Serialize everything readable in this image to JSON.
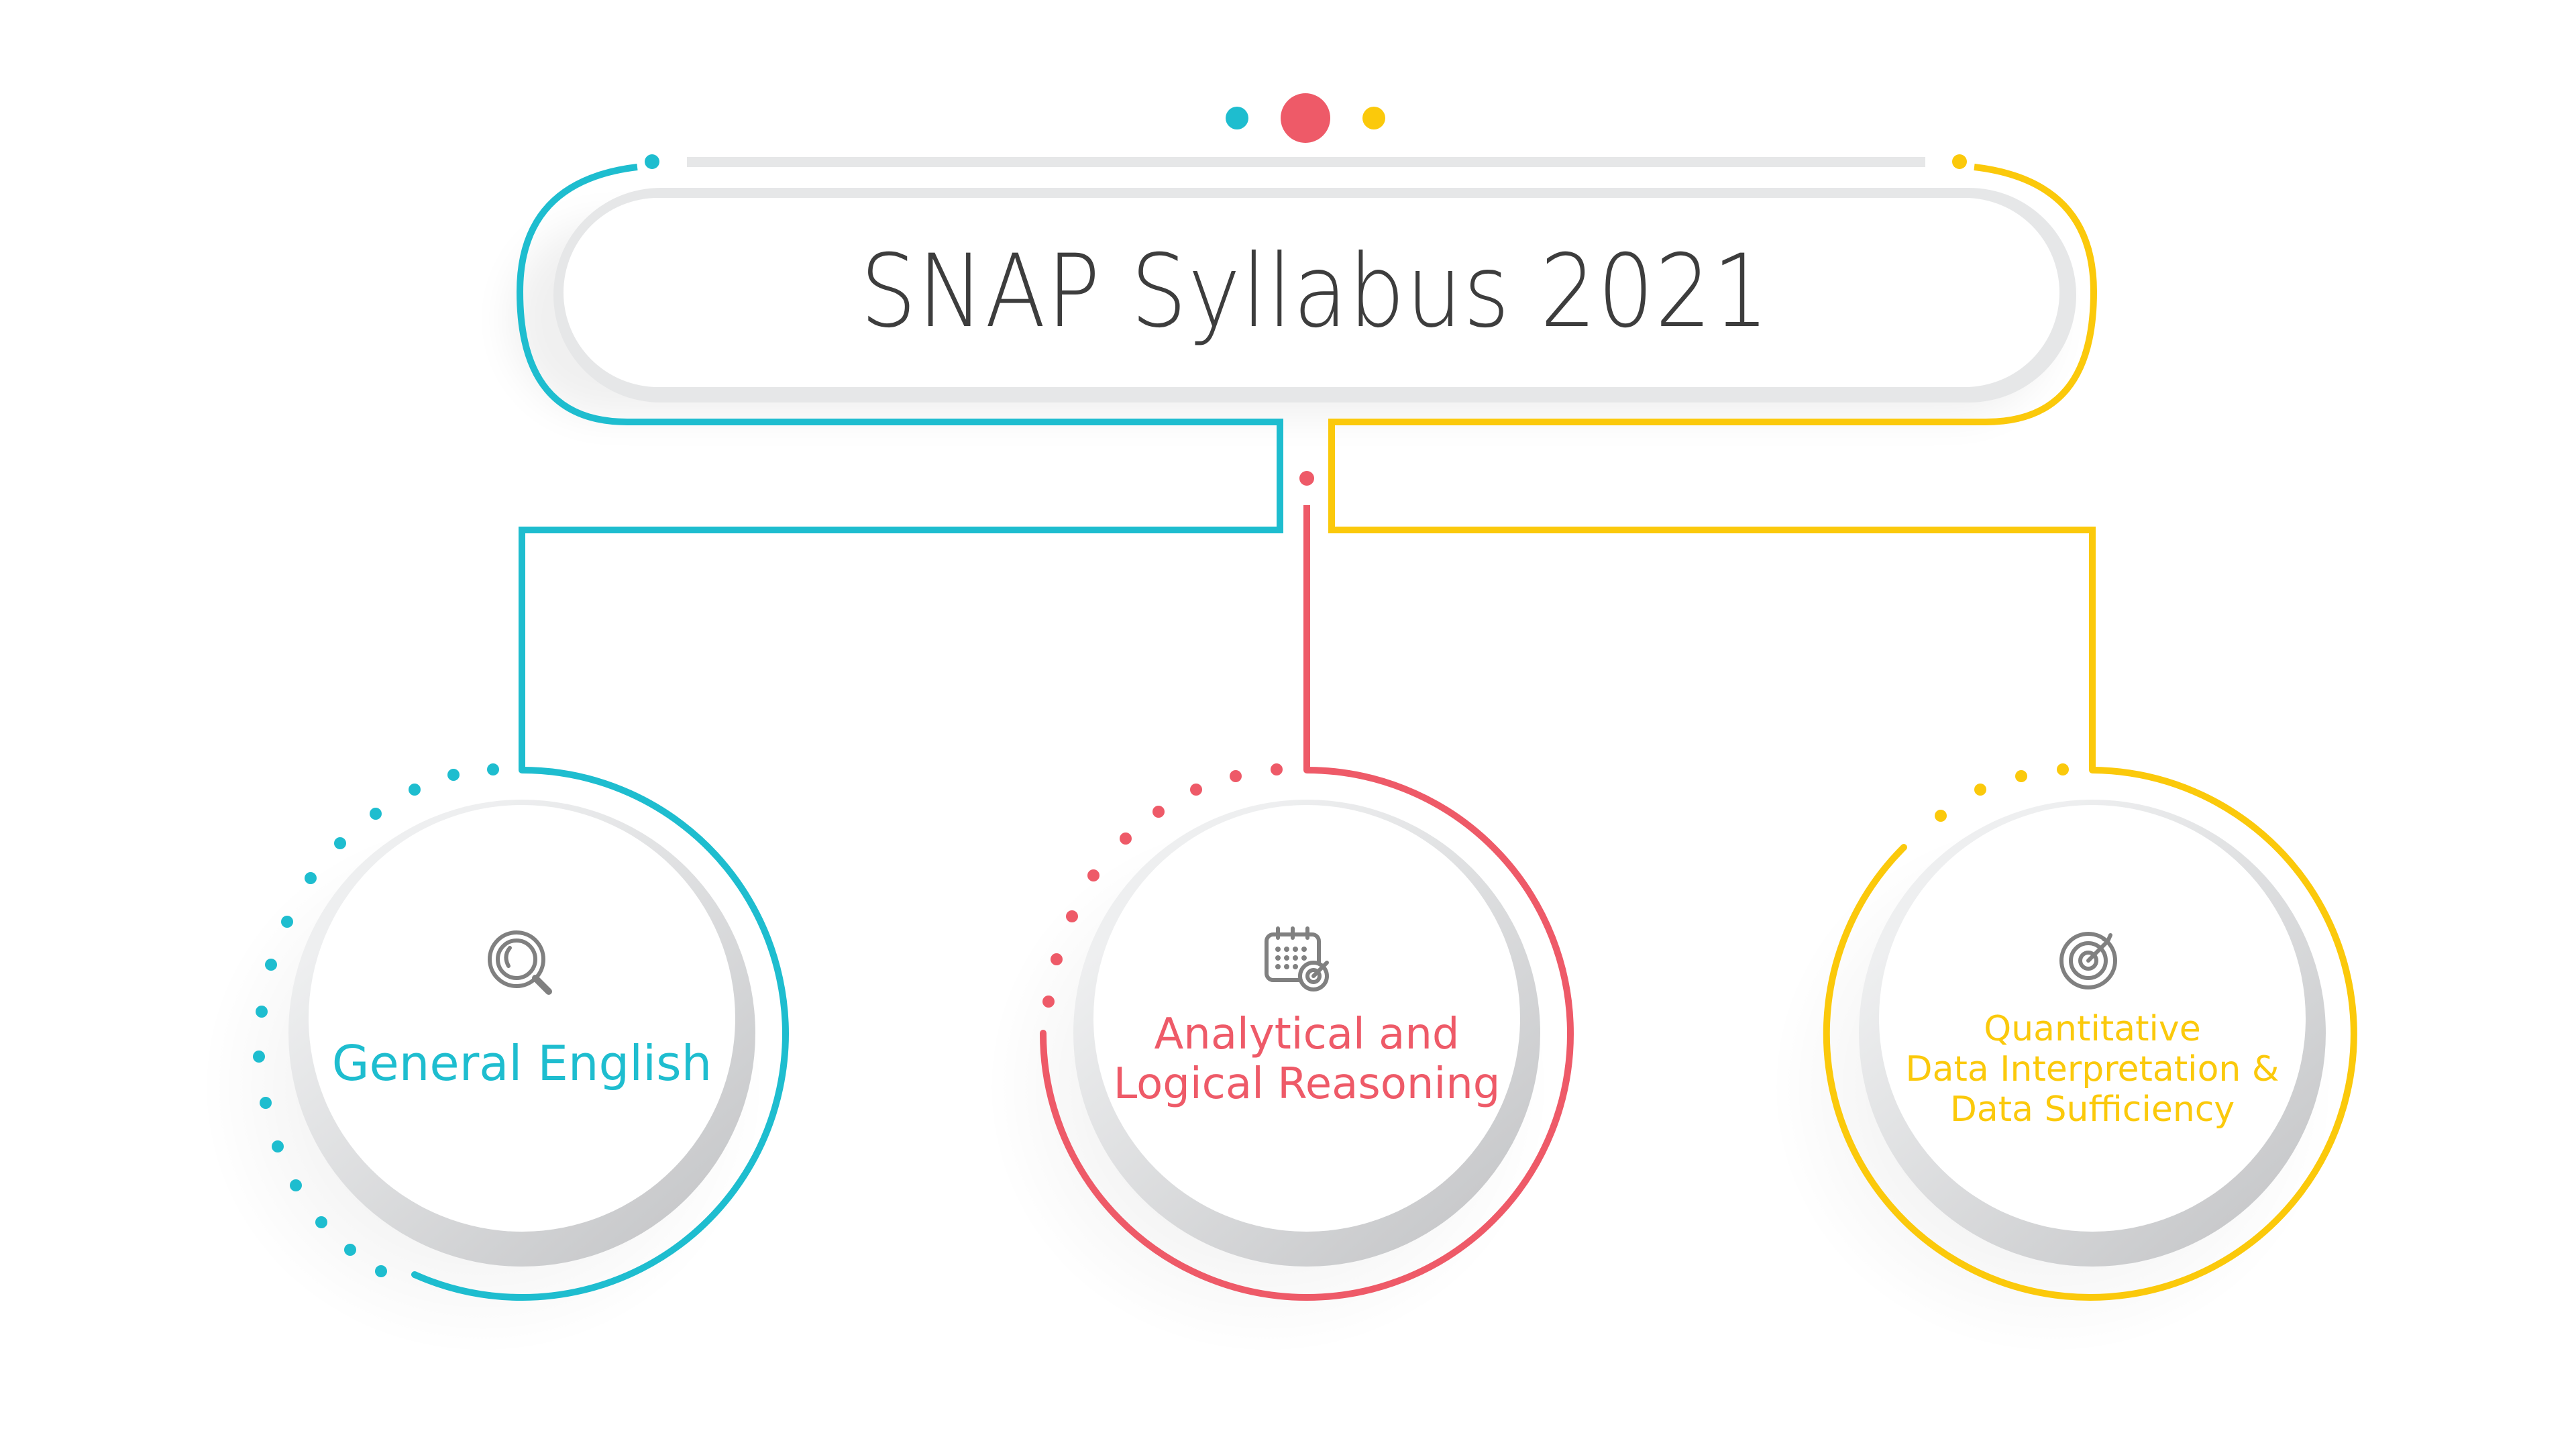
{
  "title": "SNAP Syllabus 2021",
  "colors": {
    "teal": "#1ebdcf",
    "red": "#ee5a68",
    "yellow": "#fbc90b",
    "gray_ring": "#e6e7e8",
    "text_dark": "#3d3d3d",
    "icon_gray": "#808080"
  },
  "header_dots": [
    "teal",
    "red",
    "yellow"
  ],
  "sections": [
    {
      "id": "general-english",
      "icon": "magnifier-icon",
      "color": "#1ebdcf",
      "lines": [
        "General English"
      ]
    },
    {
      "id": "analytical-reasoning",
      "icon": "calendar-target-icon",
      "color": "#ee5a68",
      "lines": [
        "Analytical and",
        "Logical Reasoning"
      ]
    },
    {
      "id": "quantitative",
      "icon": "target-arrow-icon",
      "color": "#fbc90b",
      "lines": [
        "Quantitative",
        "Data Interpretation &",
        "Data Sufficiency"
      ]
    }
  ]
}
